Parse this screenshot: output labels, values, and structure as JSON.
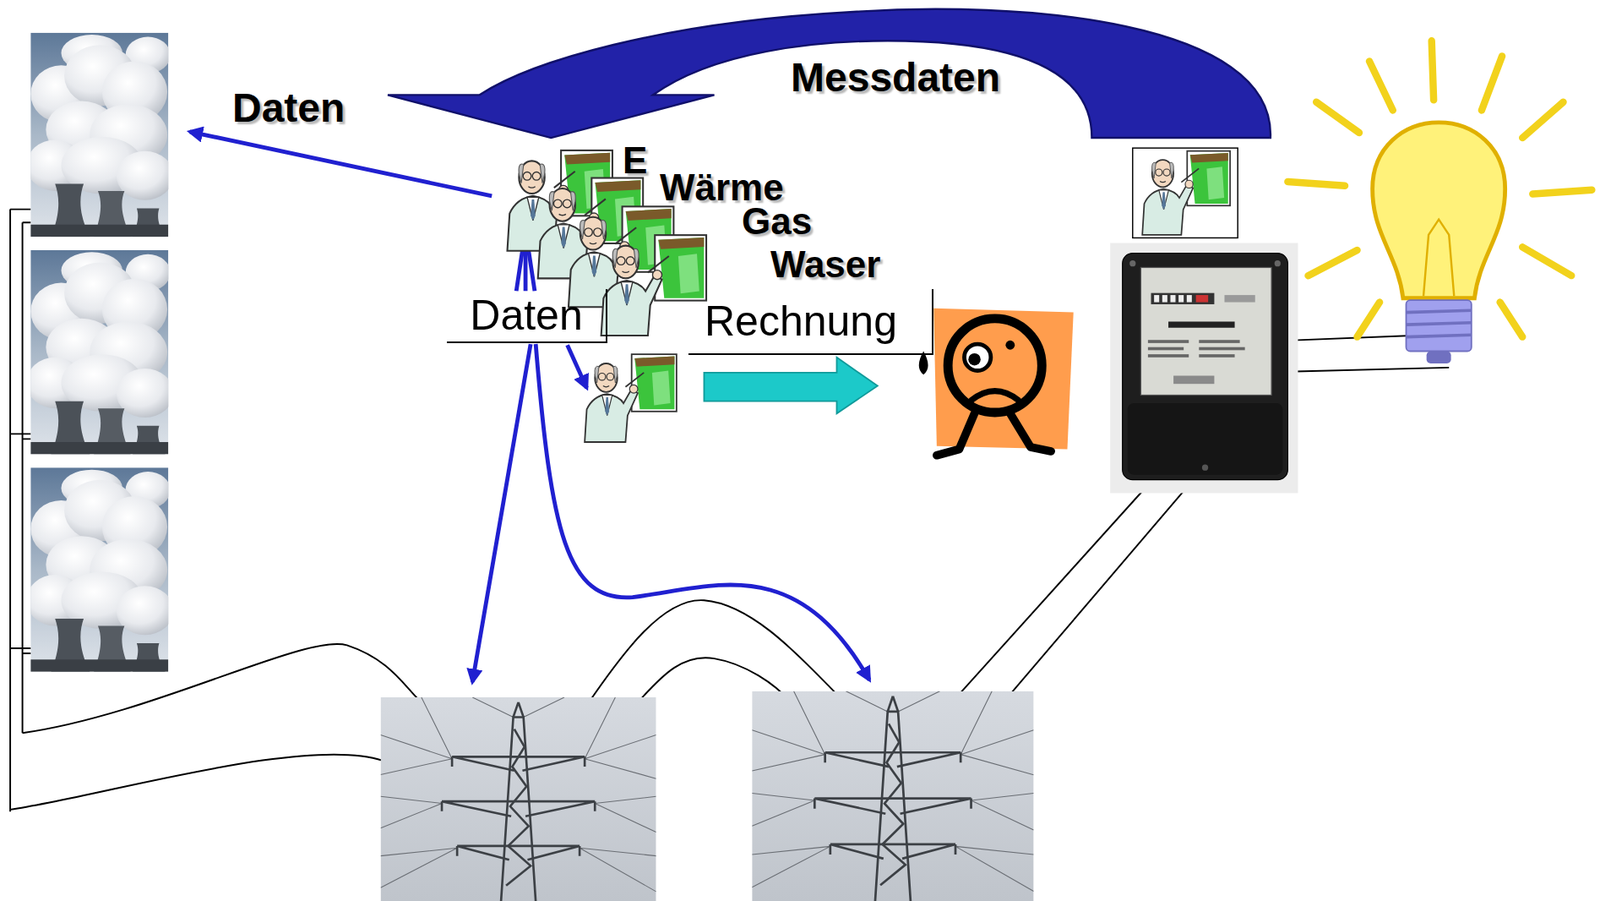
{
  "diagram": {
    "nodes": [
      {
        "text": [
          "Daten"
        ]
      },
      {
        "text": [
          "Rechnung"
        ]
      }
    ],
    "labels": [
      "Daten",
      "Messdaten",
      "E",
      "Wärme",
      "Gas",
      "Waser"
    ]
  }
}
